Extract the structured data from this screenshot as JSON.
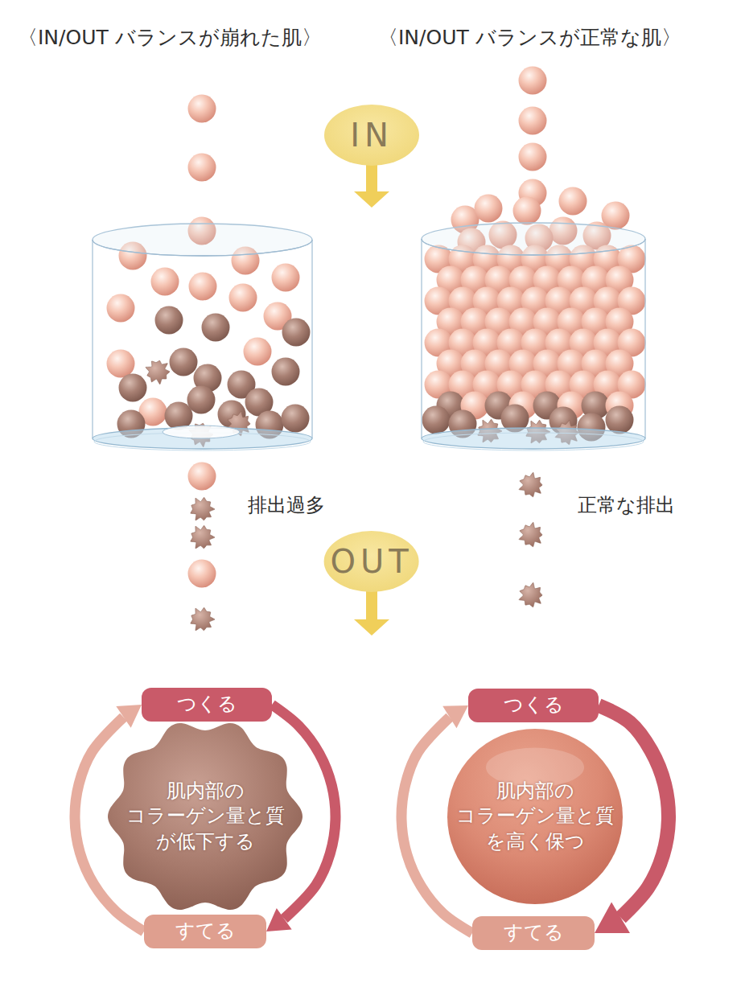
{
  "diagram": {
    "nodes": [
      {
        "text": [
          "IN"
        ]
      },
      {
        "text": [
          "OUT"
        ]
      },
      {
        "text": [
          "つくる"
        ]
      },
      {
        "text": [
          "肌内部の コラーゲン量と質 が低下する"
        ]
      },
      {
        "text": [
          "すてる"
        ]
      },
      {
        "text": [
          "つくる"
        ]
      },
      {
        "text": [
          "肌内部の コラーゲン量と質 を高く保つ"
        ]
      },
      {
        "text": [
          "すてる"
        ]
      }
    ],
    "edges": [
      {
        "from": 2,
        "to": 4,
        "arrow": "to"
      },
      {
        "from": 4,
        "to": 2,
        "arrow": "to"
      },
      {
        "from": 5,
        "to": 7,
        "arrow": "to"
      },
      {
        "from": 7,
        "to": 5,
        "arrow": "to"
      }
    ],
    "labels": [
      "〈IN/OUT バランスが崩れた肌〉",
      "〈IN/OUT バランスが正常な肌〉",
      "排出過多",
      "正常な排出"
    ]
  }
}
